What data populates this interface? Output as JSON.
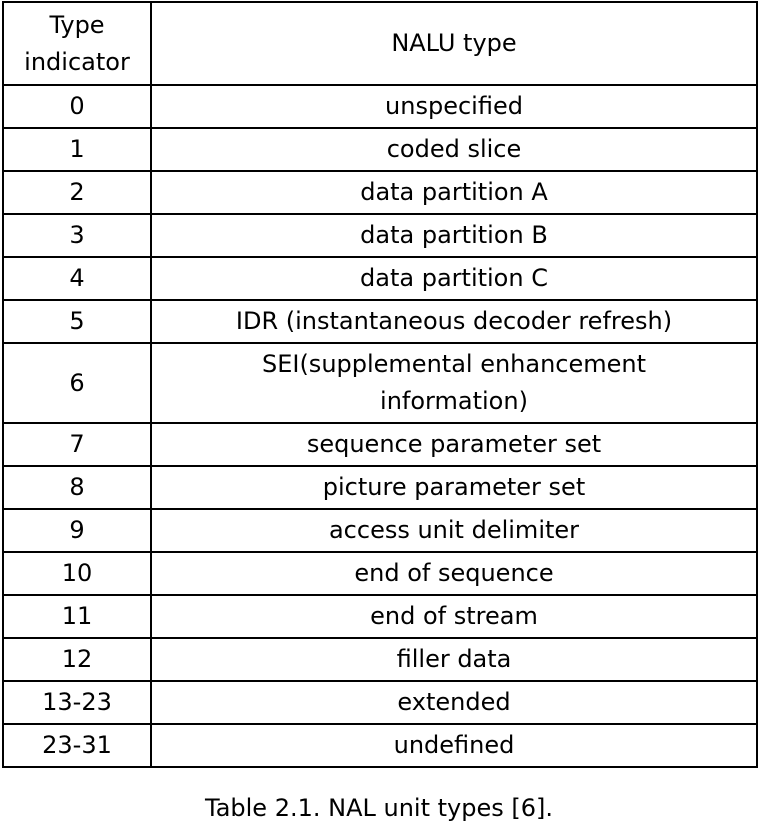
{
  "table": {
    "headers": [
      "Type indicator",
      "NALU type"
    ],
    "rows": [
      {
        "indicator": "0",
        "type": "unspecified"
      },
      {
        "indicator": "1",
        "type": "coded slice"
      },
      {
        "indicator": "2",
        "type": "data partition A"
      },
      {
        "indicator": "3",
        "type": "data partition B"
      },
      {
        "indicator": "4",
        "type": "data partition C"
      },
      {
        "indicator": "5",
        "type": "IDR (instantaneous decoder refresh)"
      },
      {
        "indicator": "6",
        "type": "SEI(supplemental enhancement information)"
      },
      {
        "indicator": "7",
        "type": "sequence parameter set"
      },
      {
        "indicator": "8",
        "type": "picture parameter set"
      },
      {
        "indicator": "9",
        "type": "access unit delimiter"
      },
      {
        "indicator": "10",
        "type": "end of sequence"
      },
      {
        "indicator": "11",
        "type": "end of stream"
      },
      {
        "indicator": "12",
        "type": "filler data"
      },
      {
        "indicator": "13-23",
        "type": "extended"
      },
      {
        "indicator": "23-31",
        "type": "undefined"
      }
    ]
  },
  "caption": "Table 2.1. NAL unit types [6]."
}
